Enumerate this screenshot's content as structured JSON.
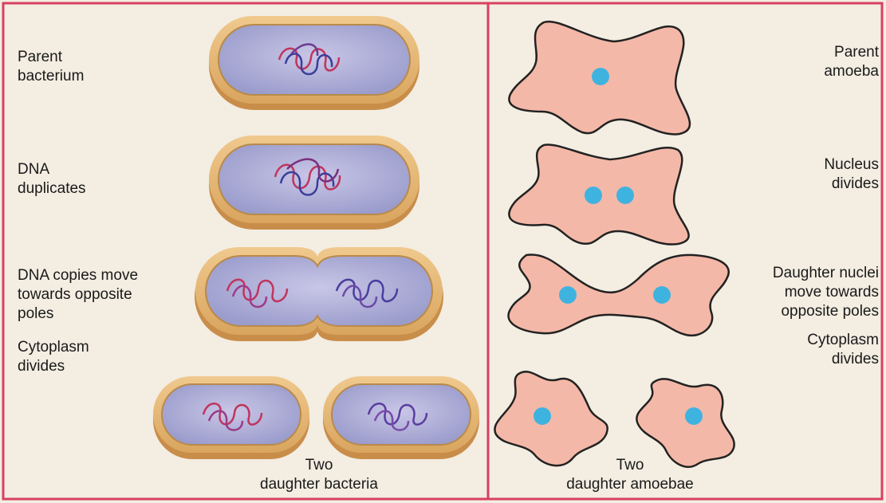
{
  "bacteria": {
    "parent_label": "Parent\nbacterium",
    "dna_label": "DNA\nduplicates",
    "move_label": "DNA copies move\ntowards opposite\npoles",
    "cyto_label": "Cytoplasm\ndivides",
    "daughters_label": "Two\ndaughter bacteria"
  },
  "amoeba": {
    "parent_label": "Parent\namoeba",
    "nucleus_label": "Nucleus\ndivides",
    "move_label": "Daughter nuclei\nmove towards\nopposite poles",
    "cyto_label": "Cytoplasm\ndivides",
    "daughters_label": "Two\ndaughter amoebae"
  },
  "colors": {
    "frame": "#d84060",
    "bacterium_wall": "#e6b97a",
    "bacterium_body": "#a7a9d3",
    "amoeba_fill": "#f4b8a8",
    "nucleus": "#3fb3e0"
  }
}
